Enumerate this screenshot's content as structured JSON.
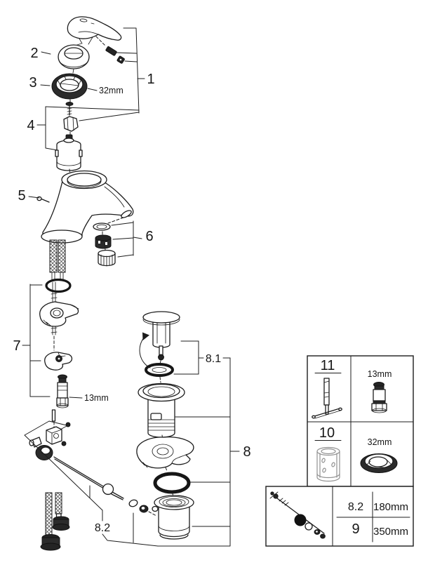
{
  "palette": {
    "ink": "#1c1c1c",
    "tool_gray": "#919191",
    "background": "#ffffff"
  },
  "callouts": {
    "n1": "1",
    "n2": "2",
    "n3": "3",
    "n4": "4",
    "n5": "5",
    "n6": "6",
    "n7": "7",
    "n8": "8",
    "n8_1": "8.1",
    "n8_2": "8.2"
  },
  "dims": {
    "ring_nut_32": "32mm",
    "socket_13": "13mm"
  },
  "toolbox": {
    "tool_11": {
      "label": "11",
      "size": "13mm"
    },
    "tool_10": {
      "label": "10",
      "size": "32mm"
    }
  },
  "size_table": {
    "rows": [
      {
        "ref": "8.2",
        "length": "180mm"
      },
      {
        "ref": "9",
        "length": "350mm"
      }
    ]
  }
}
